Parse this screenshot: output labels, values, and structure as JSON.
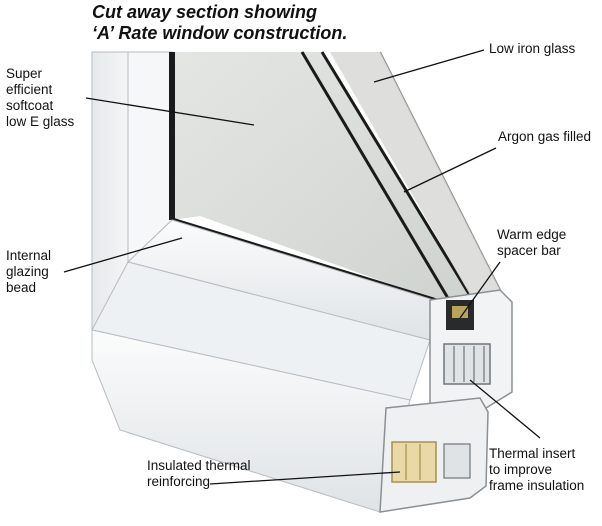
{
  "title": {
    "line1": "Cut away section showing",
    "line2": "‘A’ Rate window construction."
  },
  "labels": {
    "low_e": [
      "Super",
      "efficient",
      "softcoat",
      "low E glass"
    ],
    "low_iron": [
      "Low iron glass"
    ],
    "argon": [
      "Argon gas filled"
    ],
    "spacer": [
      "Warm edge",
      "spacer bar"
    ],
    "bead": [
      "Internal",
      "glazing",
      "bead"
    ],
    "thermal_insert": [
      "Thermal insert",
      "to improve",
      "frame insulation"
    ],
    "reinforcing": [
      "Insulated thermal",
      "reinforcing"
    ]
  },
  "colors": {
    "glass": "#d9dcd9",
    "frame": "#f3f5f6",
    "frame_shadow": "#c9ced2",
    "gasket": "#1a1a1a",
    "reinforcing": "#e9d9a6"
  }
}
